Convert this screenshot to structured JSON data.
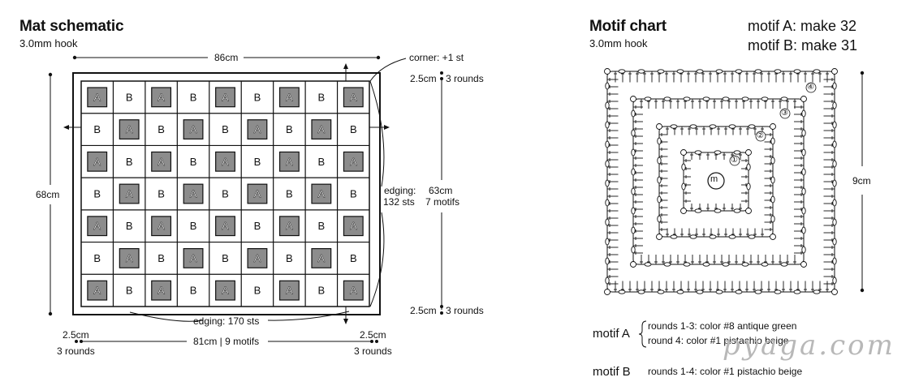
{
  "left": {
    "title": "Mat schematic",
    "hook": "3.0mm hook",
    "top_width": "86cm",
    "corner_note": "corner: +1 st",
    "height": "68cm",
    "edge_rounds_top": "2.5cm",
    "edge_rounds_top_label": "3 rounds",
    "inner_height": "63cm",
    "inner_height_motifs": "7 motifs",
    "edging_side": "edging:",
    "edging_side_sts": "132 sts",
    "edge_rounds_bottom": "2.5cm",
    "edge_rounds_bottom_label": "3 rounds",
    "edging_bottom": "edging: 170 sts",
    "bl_cm": "2.5cm",
    "bl_rounds": "3 rounds",
    "br_cm": "2.5cm",
    "br_rounds": "3 rounds",
    "bottom_width": "81cm | 9 motifs",
    "motif_a_label": "A",
    "motif_b_label": "B",
    "grid_rows": 7,
    "grid_cols": 9,
    "colors": {
      "motif_a_fill": "#8c8c8c",
      "motif_b_fill": "#ffffff",
      "line": "#111111"
    }
  },
  "right": {
    "title": "Motif chart",
    "hook": "3.0mm hook",
    "count_a": "motif A: make 32",
    "count_b": "motif B: make 31",
    "size": "9cm",
    "center_mark": "m",
    "round_marks": [
      "①",
      "②",
      "③",
      "④"
    ],
    "legend": {
      "a_name": "motif A",
      "a_line1": "rounds 1-3: color #8 antique green",
      "a_line2": "round 4: color #1 pistachio beige",
      "b_name": "motif B",
      "b_line1": "rounds 1-4: color #1 pistachio beige"
    },
    "watermark": "pyaga.com"
  }
}
